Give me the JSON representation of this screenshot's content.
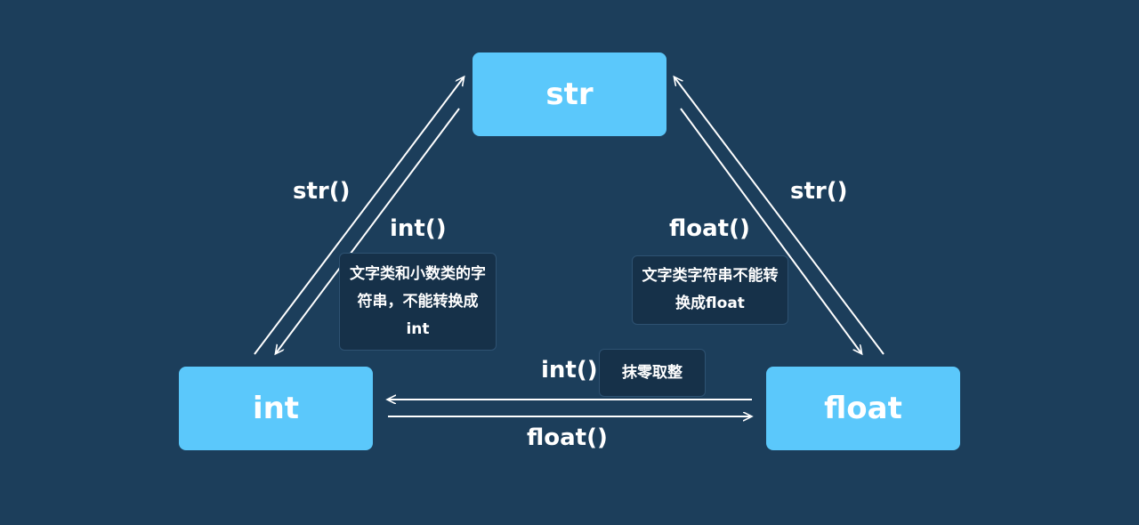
{
  "background_color": "#1c3e5b",
  "node_color": "#5bc8fb",
  "nodes": {
    "str": "str",
    "int": "int",
    "float": "float"
  },
  "edges": {
    "int_to_str": "str()",
    "str_to_int": "int()",
    "str_to_float": "float()",
    "float_to_str": "str()",
    "float_to_int": "int()",
    "int_to_float": "float()"
  },
  "notes": {
    "str_to_int": "文字类和小数类的字符串，不能转换成int",
    "str_to_float": "文字类字符串不能转换成float",
    "float_to_int": "抹零取整"
  }
}
